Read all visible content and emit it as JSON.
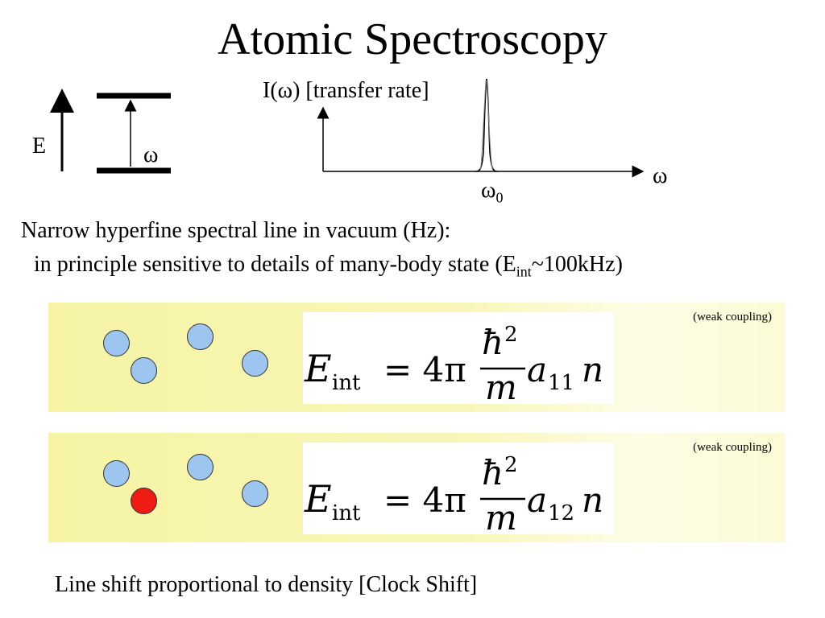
{
  "slide": {
    "title": "Atomic Spectroscopy",
    "energy_diagram": {
      "axis_label": "E",
      "transition_label": "ω"
    },
    "spectrum": {
      "ylabel": "I(ω) [transfer rate]",
      "xlabel": "ω",
      "peak_label": "ω",
      "peak_label_sub": "0"
    },
    "text_line1": "Narrow hyperfine spectral line in vacuum (Hz):",
    "text_line2_prefix": "in principle sensitive to details of many-body state (E",
    "text_line2_sub": "int",
    "text_line2_suffix": "~100kHz)",
    "panels": [
      {
        "note": "(weak coupling)",
        "formula": {
          "lhs": "E",
          "lhs_sub": "int",
          "eq": "= 4π",
          "num": "ħ",
          "num_sup": "2",
          "den": "m",
          "a": "a",
          "a_sub": "11",
          "n": "n"
        },
        "atoms": [
          "blue",
          "blue",
          "blue",
          "blue"
        ]
      },
      {
        "note": "(weak coupling)",
        "formula": {
          "lhs": "E",
          "lhs_sub": "int",
          "eq": "= 4π",
          "num": "ħ",
          "num_sup": "2",
          "den": "m",
          "a": "a",
          "a_sub": "12",
          "n": "n"
        },
        "atoms": [
          "blue",
          "red",
          "blue",
          "blue"
        ]
      }
    ],
    "bottom_text": "Line shift proportional to density [Clock Shift]",
    "colors": {
      "atom_blue": "#9cc6f0",
      "atom_red": "#f01b12",
      "panel": "#f7f5ad"
    }
  }
}
